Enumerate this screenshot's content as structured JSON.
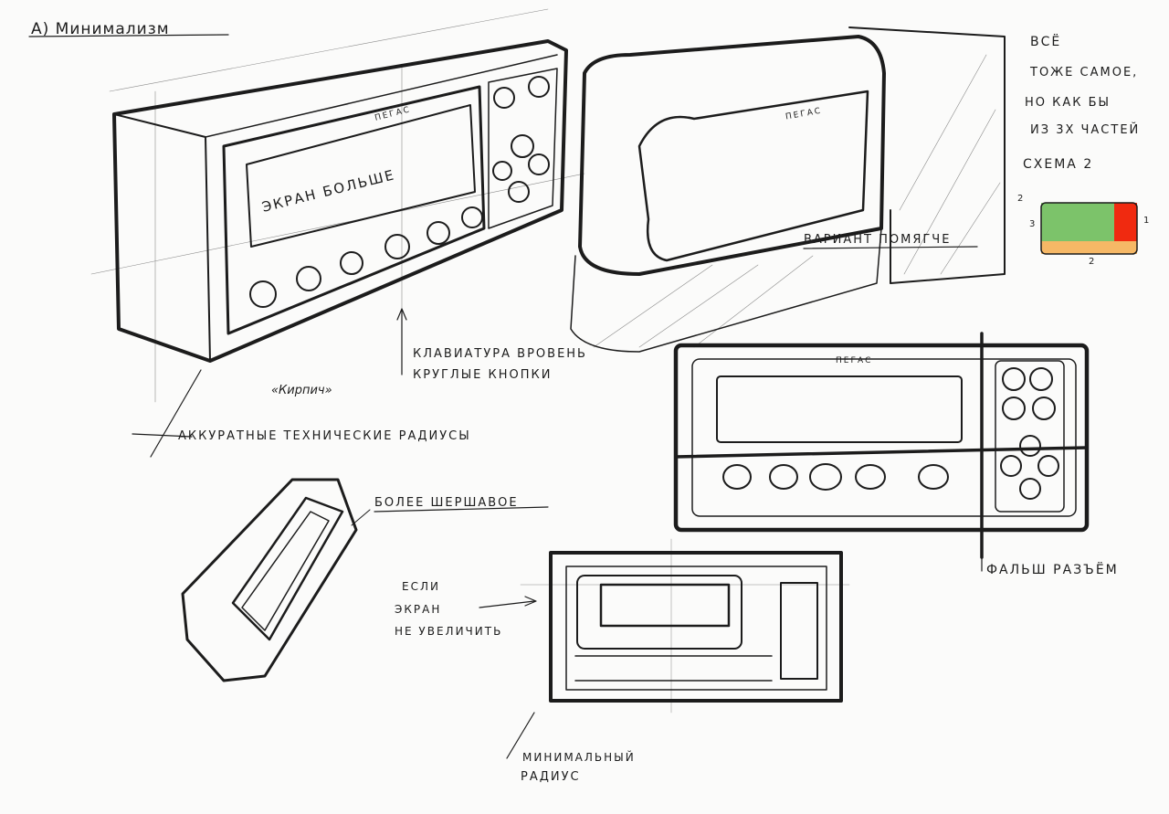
{
  "title": "А) Минимализм",
  "annotations": {
    "bigger_screen": "Экран больше",
    "softer_variant": "Вариант помягче",
    "three_parts_1": "Всё",
    "three_parts_2": "тоже самое,",
    "three_parts_3": "но как бы",
    "three_parts_4": "из 3х частей",
    "scheme": "Схема 2",
    "keyboard_1": "Клавиатура вровень",
    "keyboard_2": "круглые кнопки",
    "brick": "«Кирпич»",
    "radii": "Аккуратные технические радиусы",
    "rougher": "Более шершавое",
    "if_screen_1": "Если",
    "if_screen_2": "экран",
    "if_screen_3": "не увеличить",
    "fake_connector": "Фальш разъём",
    "min_radius_1": "Минимальный",
    "min_radius_2": "радиус"
  },
  "brand_labels": [
    "ПЕГАС",
    "ПЕГАС",
    "ПЕГАС"
  ],
  "scheme_labels": {
    "top": "2",
    "left": "3",
    "right": "1",
    "bottom": "2"
  },
  "colors": {
    "green": "#7cc36a",
    "red": "#f02a10",
    "orange": "#f6b866",
    "ink": "#1c1c1c"
  }
}
